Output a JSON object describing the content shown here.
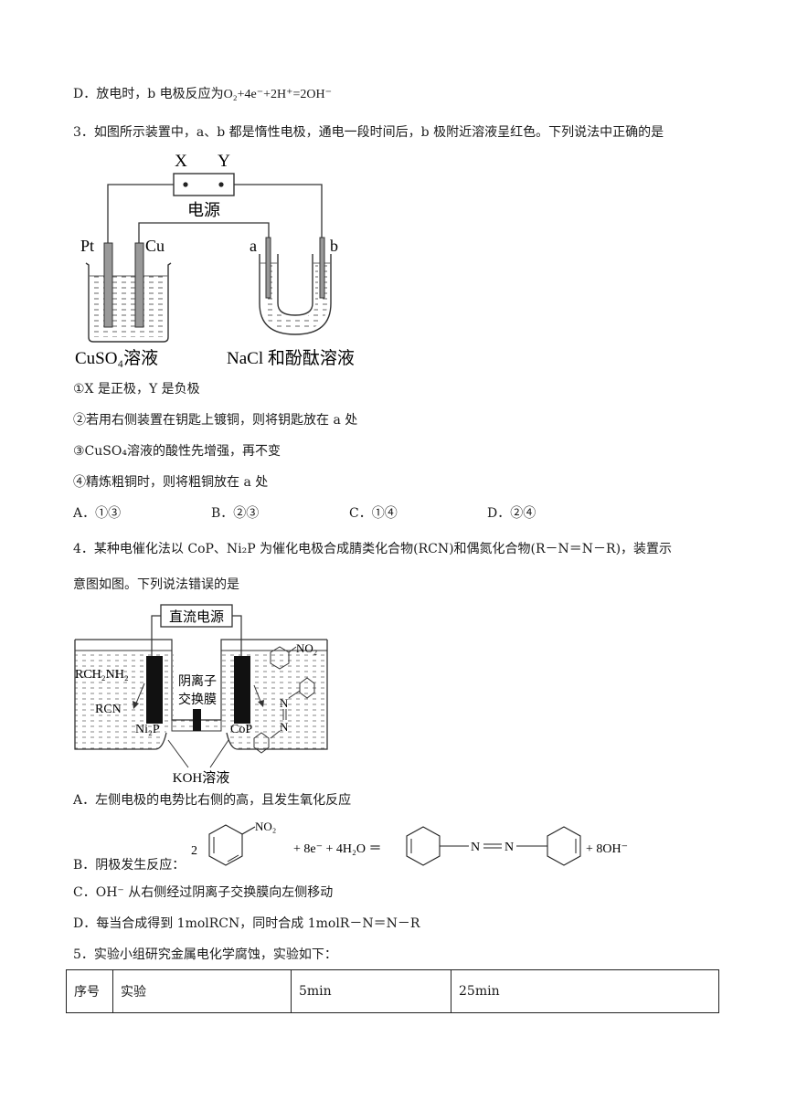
{
  "lines": {
    "d_prev_prefix": "D．放电时，b 电极反应为",
    "d_prev_formula": "O₂+4e⁻+2H⁺=2OH⁻",
    "q3": "3．如图所示装置中，a、b 都是惰性电极，通电一段时间后，b 极附近溶液呈红色。下列说法中正确的是",
    "s1": "①X 是正极，Y 是负极",
    "s2": "②若用右侧装置在钥匙上镀铜，则将钥匙放在 a 处",
    "s3": "③CuSO₄溶液的酸性先增强，再不变",
    "s4": "④精炼粗铜时，则将粗铜放在 a 处",
    "q4_line1": "4．某种电催化法以 CoP、Ni₂P 为催化电极合成腈类化合物(RCN)和偶氮化合物(R－N＝N－R)，装置示",
    "q4_line2": "意图如图。下列说法错误的是",
    "q4_a": "A．左侧电极的电势比右侧的高，且发生氧化反应",
    "q4_b_prefix": "B．阴极发生反应：",
    "q4_c": "C．OH⁻ 从右侧经过阴离子交换膜向左侧移动",
    "q4_d": "D．每当合成得到 1molRCN，同时合成 1molR－N＝N－R",
    "q5": "5．实验小组研究金属电化学腐蚀，实验如下："
  },
  "q3_options": [
    "A．①③",
    "B．②③",
    "C．①④",
    "D．②④"
  ],
  "fig1": {
    "x": "X",
    "y": "Y",
    "power": "电源",
    "pt": "Pt",
    "cu": "Cu",
    "a": "a",
    "b": "b",
    "left_solution": "CuSO₄溶液",
    "right_solution": "NaCl 和酚酞溶液"
  },
  "fig2": {
    "power": "直流电源",
    "rch2nh2": "RCH₂NH₂",
    "rcn": "RCN",
    "membrane_l1": "阴离子",
    "membrane_l2": "交换膜",
    "ni2p": "Ni₂P",
    "cop": "CoP",
    "no2": "NO₂",
    "n": "N",
    "koh": "KOH溶液"
  },
  "eq": {
    "coef": "2",
    "no2": "NO₂",
    "mid": "+ 8e⁻ + 4H₂O ＝",
    "n1": "N",
    "n2": "N",
    "end": "+ 8OH⁻"
  },
  "table": {
    "headers": [
      "序号",
      "实验",
      "5min",
      "25min"
    ]
  }
}
